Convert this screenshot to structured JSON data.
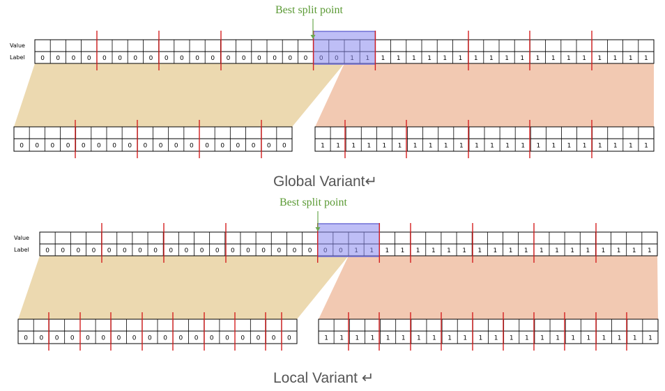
{
  "panels": [
    {
      "caption": "Global Variant↵",
      "best_split_label": "Best split point",
      "row_labels": {
        "value": "Value",
        "label": "Label"
      },
      "top_labels": [
        "0",
        "0",
        "0",
        "0",
        "0",
        "0",
        "0",
        "0",
        "0",
        "0",
        "0",
        "0",
        "0",
        "0",
        "0",
        "0",
        "0",
        "0",
        "0",
        "0",
        "1",
        "1",
        "1",
        "1",
        "1",
        "1",
        "1",
        "1",
        "1",
        "1",
        "1",
        "1",
        "1",
        "1",
        "1",
        "1",
        "1",
        "1",
        "1",
        "1"
      ],
      "left_child_labels": [
        "0",
        "0",
        "0",
        "0",
        "0",
        "0",
        "0",
        "0",
        "0",
        "0",
        "0",
        "0",
        "0",
        "0",
        "0",
        "0",
        "0",
        "0"
      ],
      "right_child_labels": [
        "1",
        "1",
        "1",
        "1",
        "1",
        "1",
        "1",
        "1",
        "1",
        "1",
        "1",
        "1",
        "1",
        "1",
        "1",
        "1",
        "1",
        "1",
        "1",
        "1",
        "1",
        "1"
      ]
    },
    {
      "caption": "Local Variant ↵",
      "best_split_label": "Best split point",
      "row_labels": {
        "value": "Value",
        "label": "Label"
      },
      "top_labels": [
        "0",
        "0",
        "0",
        "0",
        "0",
        "0",
        "0",
        "0",
        "0",
        "0",
        "0",
        "0",
        "0",
        "0",
        "0",
        "0",
        "0",
        "0",
        "0",
        "0",
        "1",
        "1",
        "1",
        "1",
        "1",
        "1",
        "1",
        "1",
        "1",
        "1",
        "1",
        "1",
        "1",
        "1",
        "1",
        "1",
        "1",
        "1",
        "1",
        "1"
      ],
      "left_child_labels": [
        "0",
        "0",
        "0",
        "0",
        "0",
        "0",
        "0",
        "0",
        "0",
        "0",
        "0",
        "0",
        "0",
        "0",
        "0",
        "0",
        "0",
        "0"
      ],
      "right_child_labels": [
        "1",
        "1",
        "1",
        "1",
        "1",
        "1",
        "1",
        "1",
        "1",
        "1",
        "1",
        "1",
        "1",
        "1",
        "1",
        "1",
        "1",
        "1",
        "1",
        "1",
        "1",
        "1"
      ]
    }
  ],
  "colors": {
    "left_region": "#ecd9b0",
    "right_region": "#f2c9b2",
    "split_highlight": "#8888ee",
    "split_border": "#6f6fd6",
    "bin_line": "#d42020",
    "arrow": "#6aa84f",
    "grid": "#000000"
  }
}
